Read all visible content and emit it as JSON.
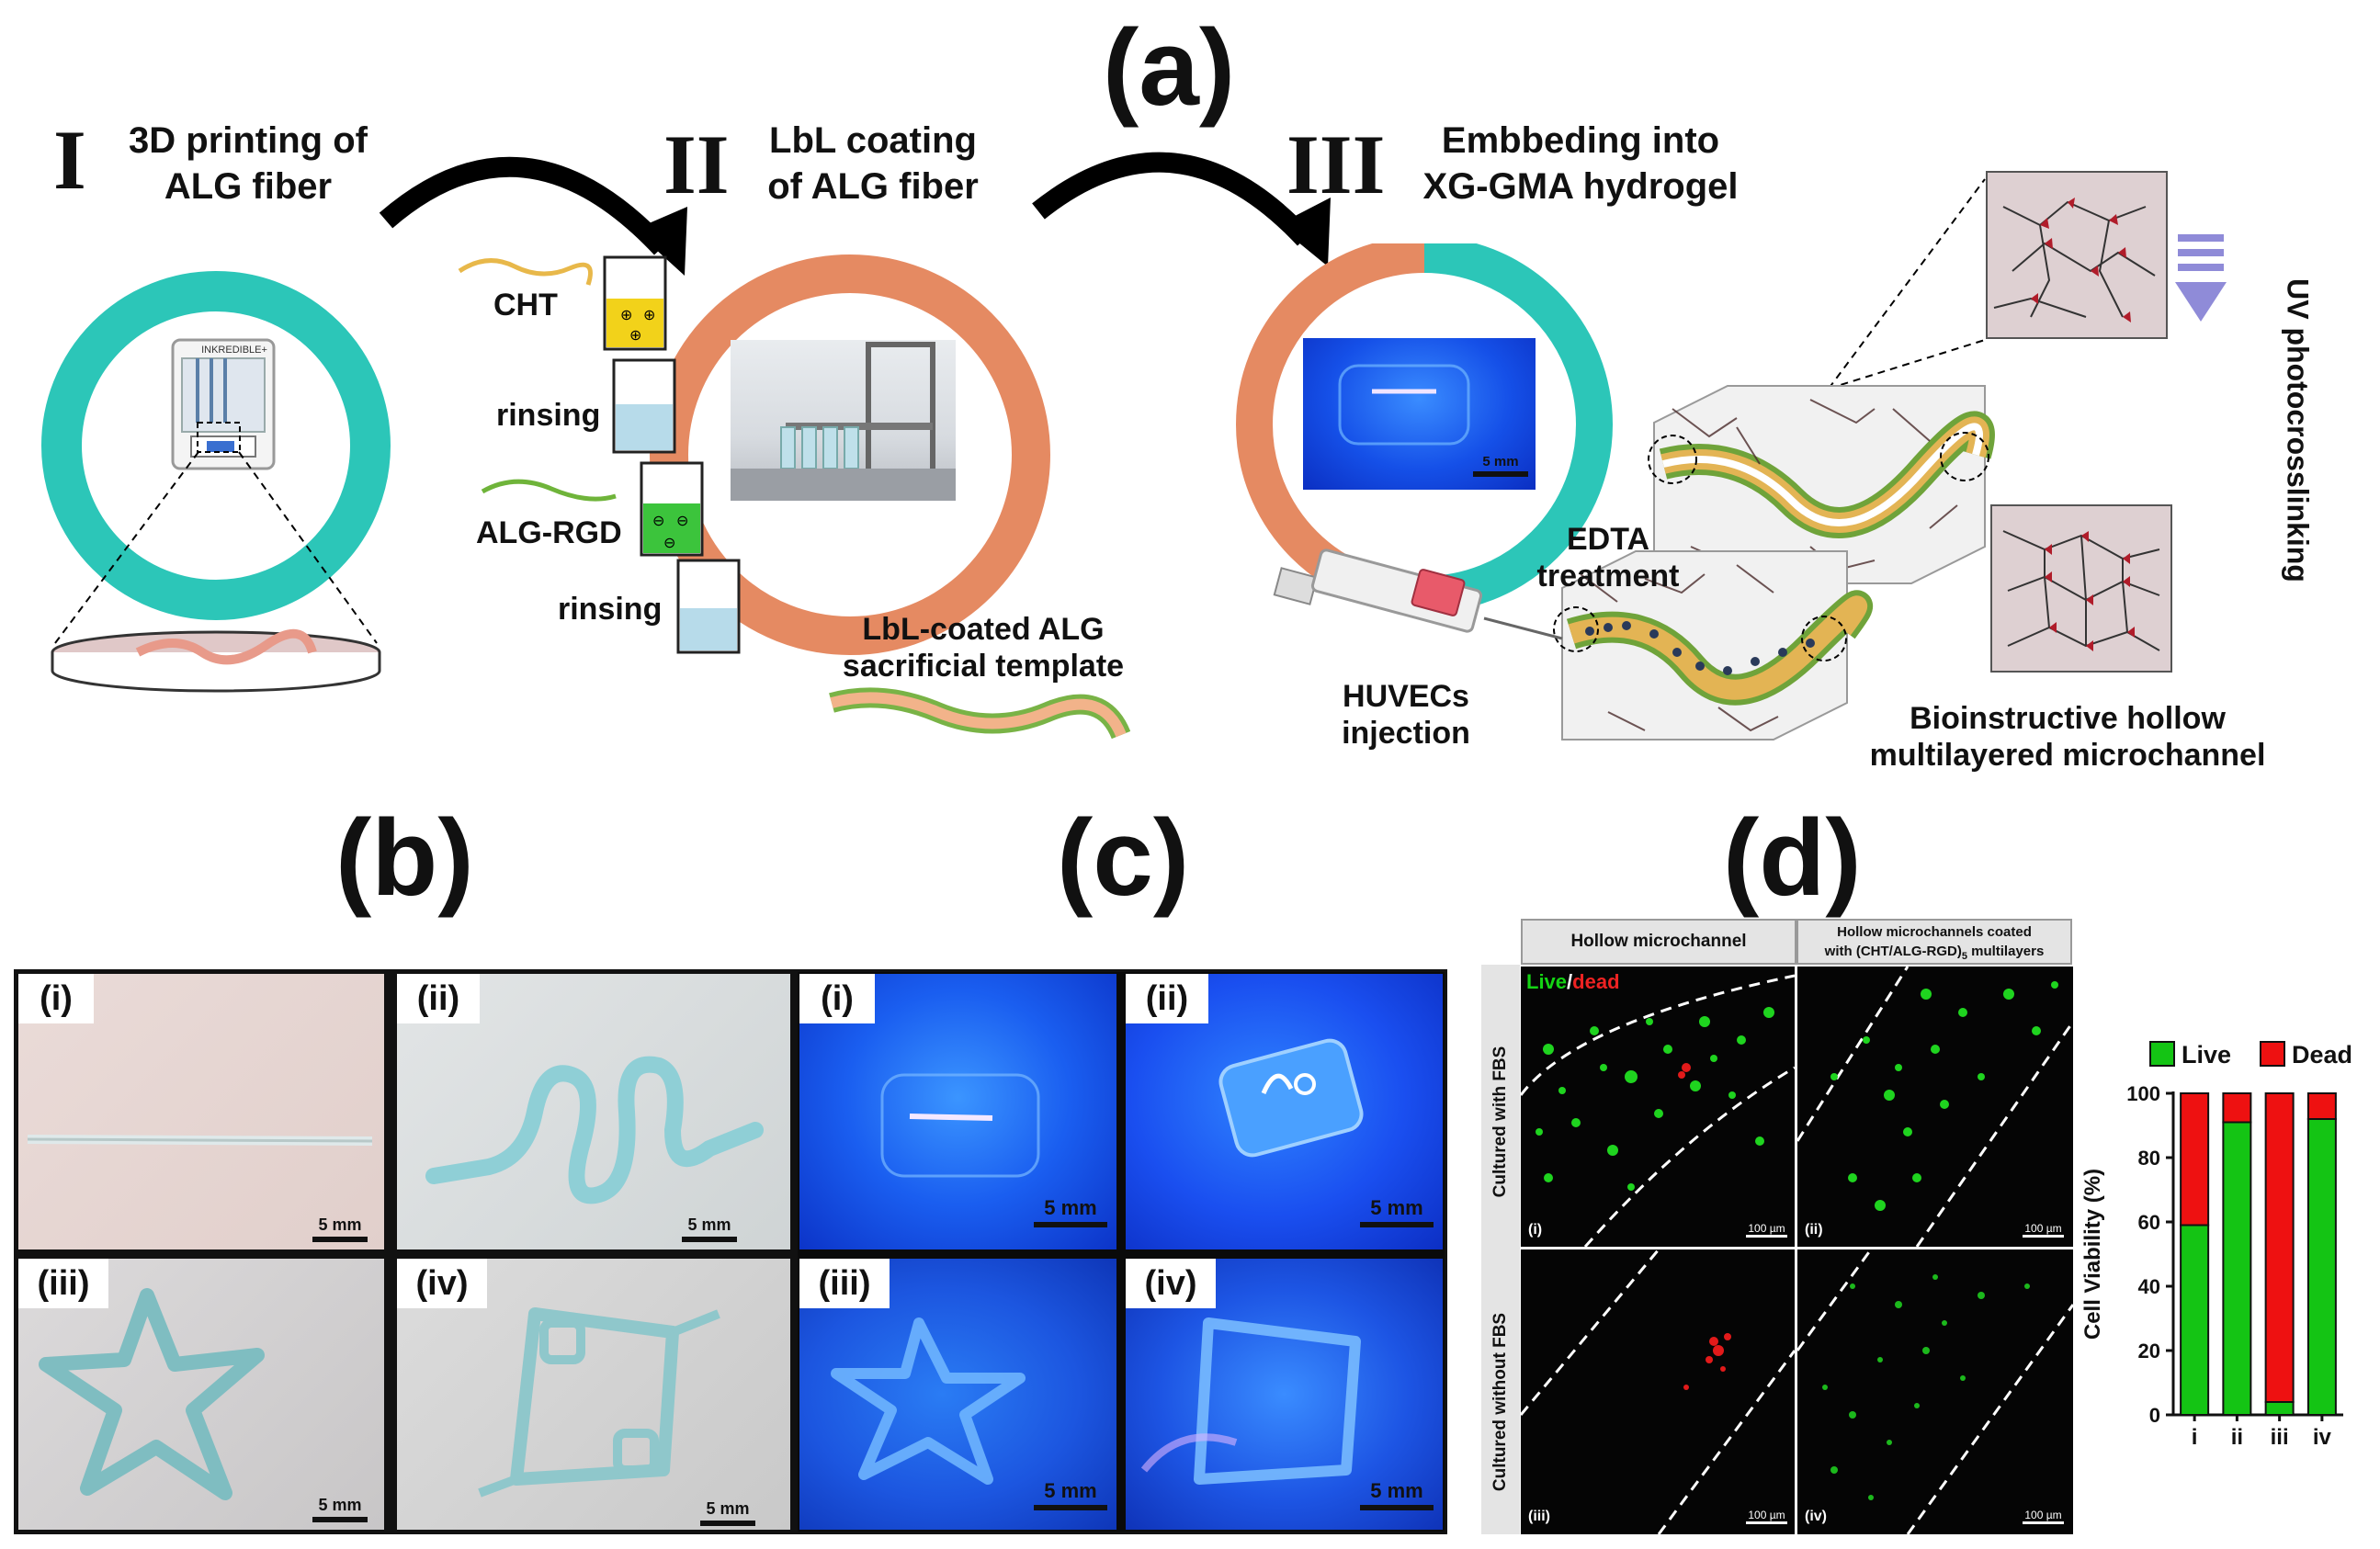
{
  "panels": {
    "a": {
      "letter": "(a)"
    },
    "b": {
      "letter": "(b)"
    },
    "c": {
      "letter": "(c)"
    },
    "d": {
      "letter": "(d)"
    }
  },
  "steps": [
    {
      "numeral": "I",
      "title_line1": "3D printing of",
      "title_line2": "ALG fiber"
    },
    {
      "numeral": "II",
      "title_line1": "LbL coating",
      "title_line2": "of ALG fiber"
    },
    {
      "numeral": "III",
      "title_line1": "Embbeding into",
      "title_line2": "XG-GMA hydrogel"
    }
  ],
  "printer_brand": "INKREDIBLE+",
  "coating": {
    "cht": "CHT",
    "rinsing1": "rinsing",
    "alg_rgd": "ALG-RGD",
    "rinsing2": "rinsing",
    "template_line1": "LbL-coated ALG",
    "template_line2": "sacrificial template"
  },
  "embedding": {
    "scale": "5 mm",
    "edta_line1": "EDTA",
    "edta_line2": "treatment",
    "huvecs_line1": "HUVECs",
    "huvecs_line2": "injection",
    "uv": "UV photocrosslinking",
    "result_line1": "Bioinstructive hollow",
    "result_line2": "multilayered microchannel"
  },
  "panel_b": {
    "tags": [
      "(i)",
      "(ii)",
      "(iii)",
      "(iv)"
    ],
    "scale": "5 mm"
  },
  "panel_c": {
    "tags": [
      "(i)",
      "(ii)",
      "(iii)",
      "(iv)"
    ],
    "scale": "5 mm"
  },
  "panel_d": {
    "col1_title": "Hollow microchannel",
    "col2_title_line1": "Hollow microchannels coated",
    "col2_title_line2": "with (CHT/ALG-RGD)",
    "col2_title_sub": "5",
    "col2_title_tail": " multilayers",
    "row1_label": "Cultured with FBS",
    "row2_label": "Cultured without FBS",
    "live": "Live",
    "slash": "/",
    "dead": "dead",
    "tags": [
      "(i)",
      "(ii)",
      "(iii)",
      "(iv)"
    ],
    "scale": "100 µm"
  },
  "colors": {
    "teal_ring": "#2cc6b8",
    "orange_ring": "#e58a62",
    "live_green": "#14c414",
    "dead_red": "#ee1111"
  },
  "chart_data": {
    "type": "bar",
    "stacked": true,
    "categories": [
      "i",
      "ii",
      "iii",
      "iv"
    ],
    "series": [
      {
        "name": "Live",
        "color": "#14c414",
        "values": [
          59,
          91,
          4,
          92
        ]
      },
      {
        "name": "Dead",
        "color": "#ee1111",
        "values": [
          41,
          9,
          96,
          8
        ]
      }
    ],
    "ylabel": "Cell Viability (%)",
    "ylim": [
      0,
      100
    ],
    "yticks": [
      0,
      20,
      40,
      60,
      80,
      100
    ],
    "legend_position": "top"
  }
}
